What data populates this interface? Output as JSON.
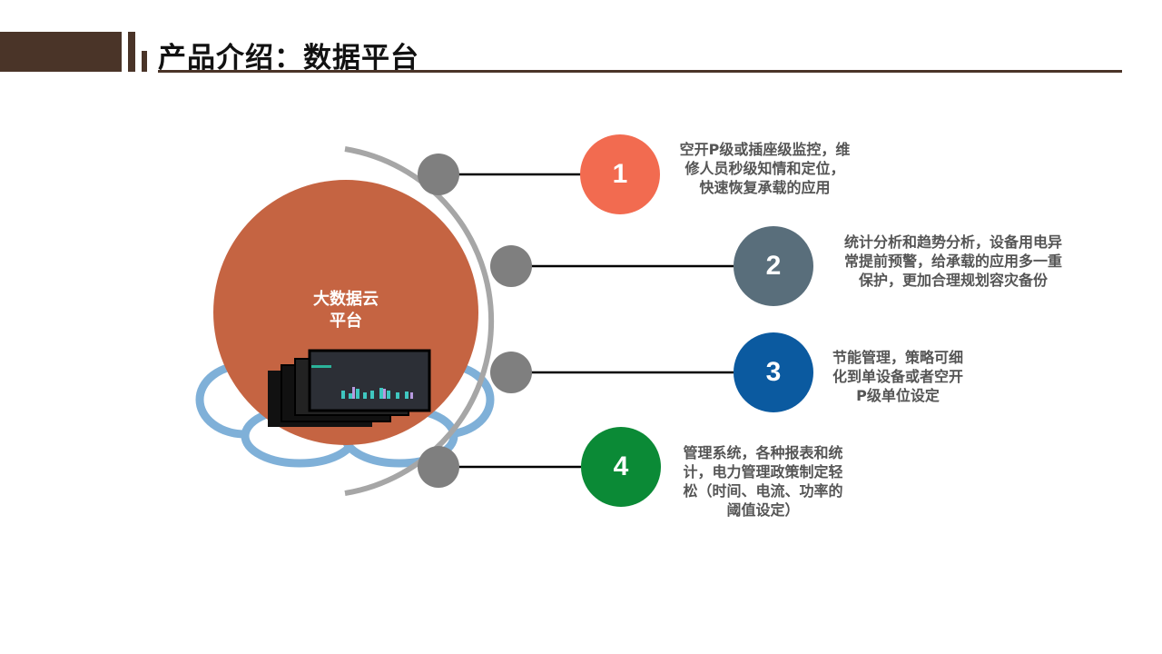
{
  "header": {
    "title": "产品介绍：数据平台"
  },
  "center": {
    "line1": "大数据云",
    "line2": "平台"
  },
  "items": [
    {
      "number": "1",
      "color": "#f26b50",
      "text": [
        "空开P级或插座级监控，维",
        "修人员秒级知情和定位，",
        "快速恢复承载的应用"
      ]
    },
    {
      "number": "2",
      "color": "#596e7b",
      "text": [
        "统计分析和趋势分析，设备用电异",
        "常提前预警，给承载的应用多一重",
        "保护，更加合理规划容灾备份"
      ]
    },
    {
      "number": "3",
      "color": "#0b5aa0",
      "text": [
        "节能管理，策略可细",
        "化到单设备或者空开",
        "P级单位设定"
      ]
    },
    {
      "number": "4",
      "color": "#0b8a36",
      "text": [
        "管理系统，各种报表和统",
        "计，电力管理政策制定轻",
        "松（时间、电流、功率的",
        "阈值设定）"
      ]
    }
  ]
}
